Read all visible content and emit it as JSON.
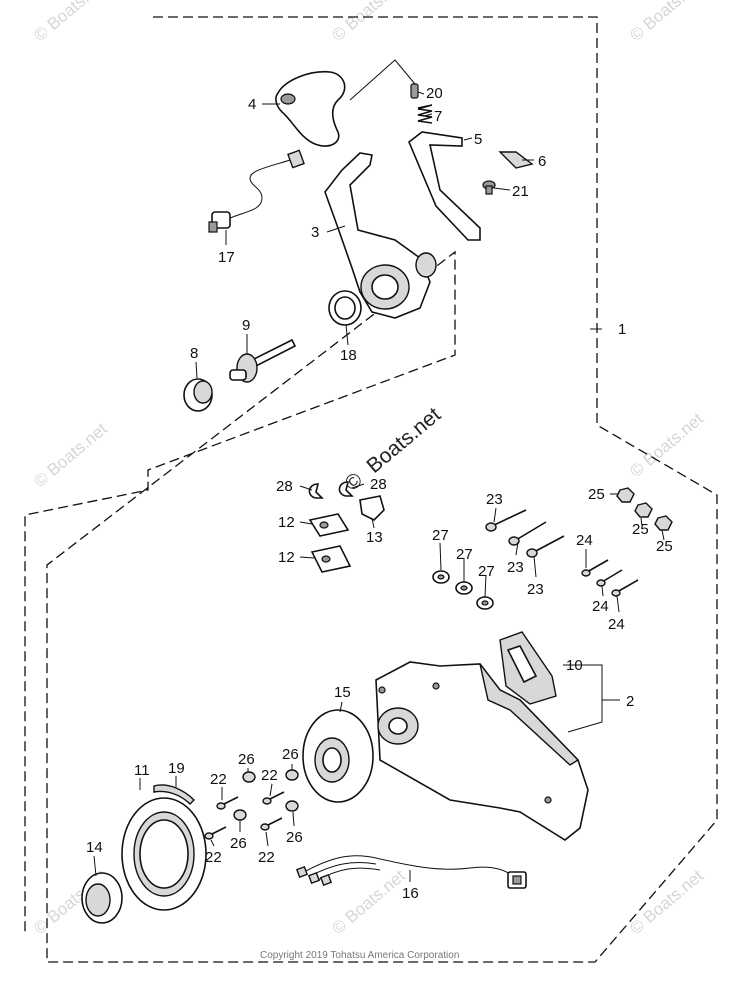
{
  "watermarks": {
    "text": "© Boats.net",
    "center_text": "Boats.net",
    "center_symbol": "©"
  },
  "copyright": "Copyright 2019 Tohatsu America Corporation",
  "callouts": {
    "c1": "1",
    "c2": "2",
    "c3": "3",
    "c4": "4",
    "c5": "5",
    "c6": "6",
    "c7": "7",
    "c8": "8",
    "c9": "9",
    "c10": "10",
    "c11": "11",
    "c12a": "12",
    "c12b": "12",
    "c13": "13",
    "c14": "14",
    "c15": "15",
    "c16": "16",
    "c17": "17",
    "c18": "18",
    "c19": "19",
    "c20": "20",
    "c21": "21",
    "c22a": "22",
    "c22b": "22",
    "c22c": "22",
    "c22d": "22",
    "c23a": "23",
    "c23b": "23",
    "c23c": "23",
    "c24a": "24",
    "c24b": "24",
    "c24c": "24",
    "c25a": "25",
    "c25b": "25",
    "c25c": "25",
    "c26a": "26",
    "c26b": "26",
    "c26c": "26",
    "c26d": "26",
    "c27a": "27",
    "c27b": "27",
    "c27c": "27",
    "c28a": "28",
    "c28b": "28"
  }
}
